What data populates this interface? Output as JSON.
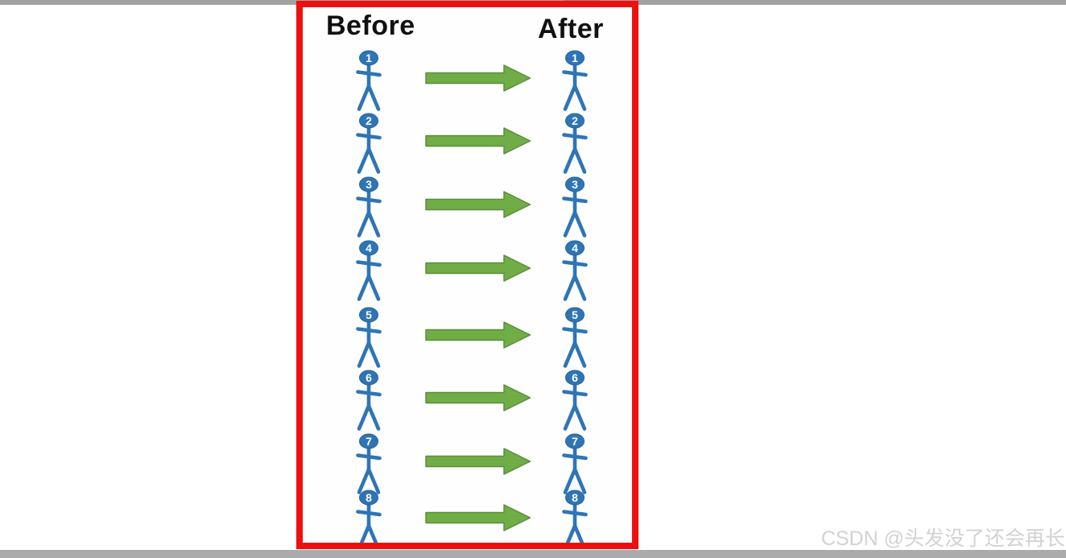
{
  "colors": {
    "frame_red": "#ee1010",
    "figure_blue": "#2E75B6",
    "figure_blue_dark": "#2563a0",
    "arrow_green": "#70AD47",
    "arrow_green_dark": "#5a8f3a",
    "top_bar": "#a2a2a2",
    "top_segment": "#8d8a82",
    "bottom_bar": "#ababab",
    "watermark_gray": "#d2d2d2",
    "heading_black": "#111111"
  },
  "diagram": {
    "before_label": "Before",
    "after_label": "After",
    "rows": [
      {
        "before": "1",
        "after": "1"
      },
      {
        "before": "2",
        "after": "2"
      },
      {
        "before": "3",
        "after": "3"
      },
      {
        "before": "4",
        "after": "4"
      },
      {
        "before": "5",
        "after": "5"
      },
      {
        "before": "6",
        "after": "6"
      },
      {
        "before": "7",
        "after": "7"
      },
      {
        "before": "8",
        "after": "8"
      }
    ]
  },
  "watermark": {
    "text": "CSDN @头发没了还会再长"
  }
}
